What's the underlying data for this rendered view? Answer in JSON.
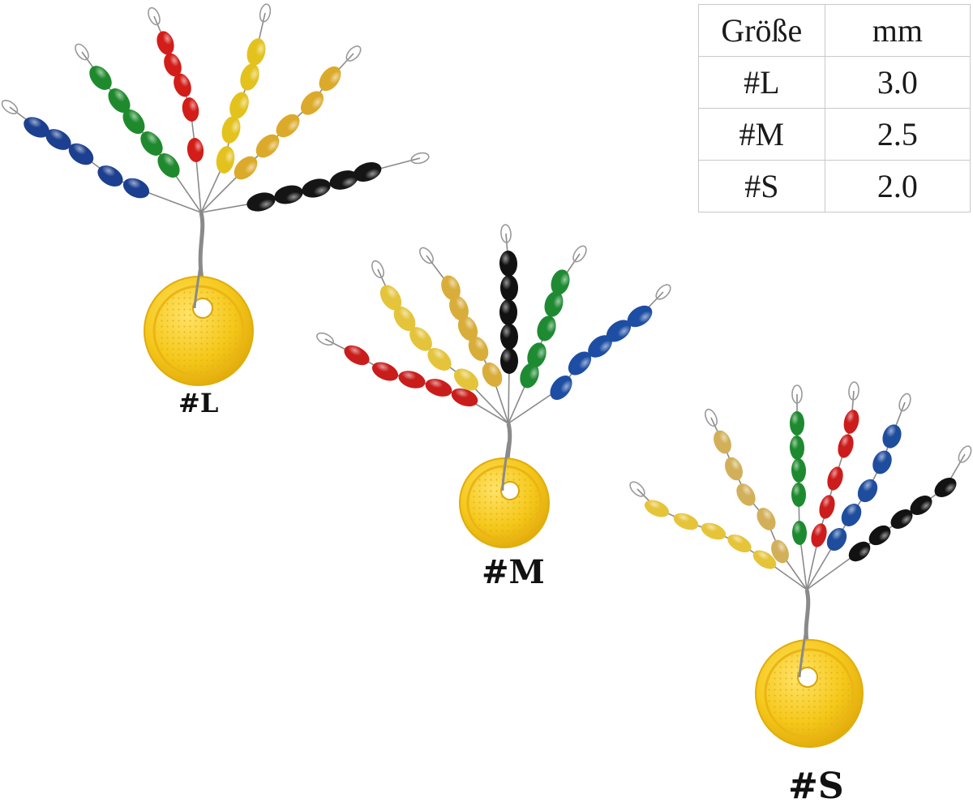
{
  "size_table": {
    "headers": [
      "Größe",
      "mm"
    ],
    "rows": [
      [
        "#L",
        "3.0"
      ],
      [
        "#M",
        "2.5"
      ],
      [
        "#S",
        "2.0"
      ]
    ]
  },
  "products": [
    {
      "label": "#L",
      "strand_colors": [
        "#1c3f8f",
        "#1f8a2d",
        "#d21d18",
        "#e3c21e",
        "#dcaa2a",
        "#151515"
      ]
    },
    {
      "label": "#M",
      "strand_colors": [
        "#c81d1b",
        "#e4c43a",
        "#d9ad3a",
        "#111111",
        "#1e8a32",
        "#1d4ea3"
      ]
    },
    {
      "label": "#S",
      "strand_colors": [
        "#e6c43a",
        "#d2b05a",
        "#1e8a2f",
        "#cc1c1c",
        "#1f4d9e",
        "#121212"
      ]
    }
  ],
  "colors": {
    "disc": "#f5c81b",
    "disc_edge": "#e0ad0b",
    "wire": "#8a8a8a",
    "table_border": "#c9c9c9"
  }
}
